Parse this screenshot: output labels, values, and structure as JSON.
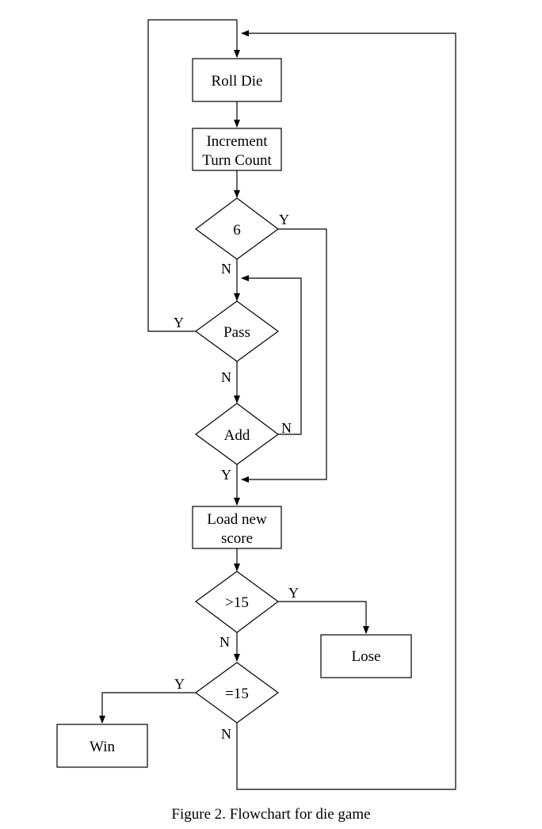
{
  "nodes": {
    "roll_die": "Roll Die",
    "increment_line1": "Increment",
    "increment_line2": "Turn Count",
    "six": "6",
    "pass": "Pass",
    "add": "Add",
    "load_line1": "Load new",
    "load_line2": "score",
    "gt15": ">15",
    "lose": "Lose",
    "eq15": "=15",
    "win": "Win"
  },
  "branches": {
    "six_yes": "Y",
    "six_no": "N",
    "pass_yes": "Y",
    "pass_no": "N",
    "add_no": "N",
    "add_yes": "Y",
    "gt15_yes": "Y",
    "gt15_no": "N",
    "eq15_yes": "Y",
    "eq15_no": "N"
  },
  "caption": "Figure 2. Flowchart for die game"
}
